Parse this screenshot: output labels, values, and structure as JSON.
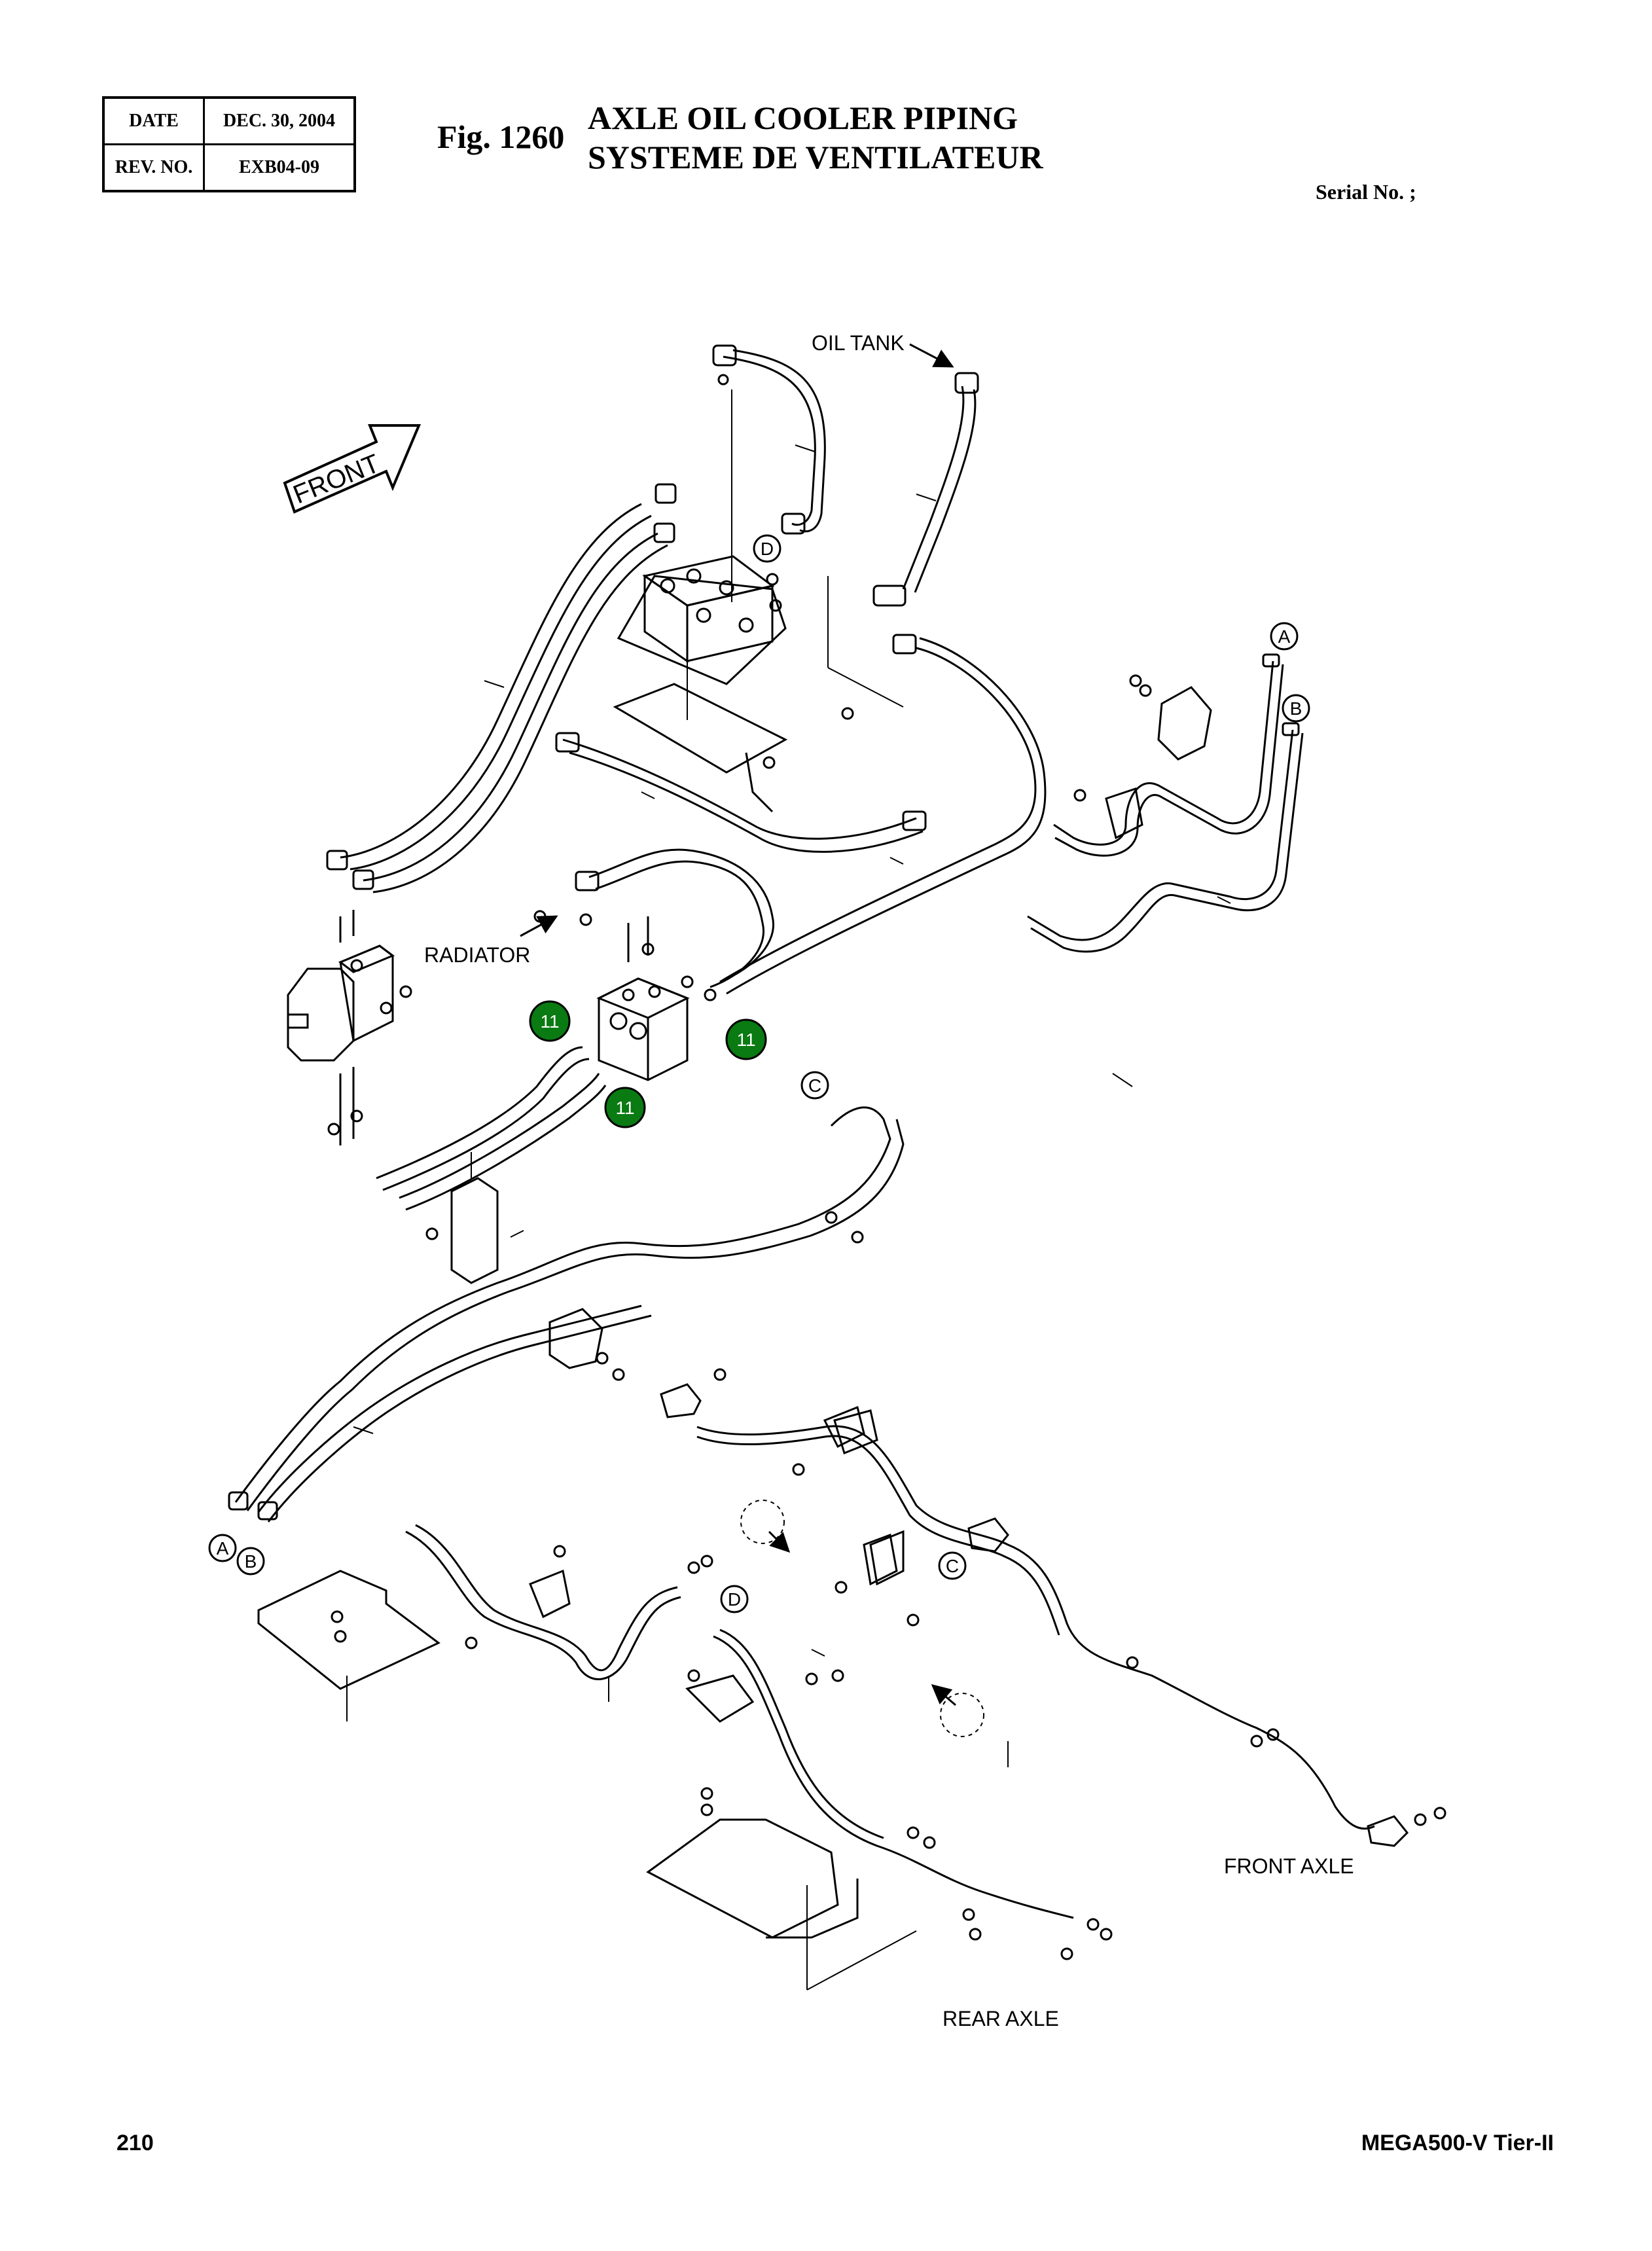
{
  "header": {
    "date_label": "DATE",
    "date_value": "DEC. 30, 2004",
    "rev_label": "REV. NO.",
    "rev_value": "EXB04-09",
    "fig_no": "Fig. 1260",
    "title_en": "AXLE OIL COOLER PIPING",
    "title_fr": "SYSTEME DE VENTILATEUR",
    "serial": "Serial No. ;"
  },
  "labels": {
    "oil_tank": "OIL TANK",
    "front_arrow": "FRONT",
    "radiator": "RADIATOR",
    "front_axle": "FRONT AXLE",
    "rear_axle": "REAR AXLE"
  },
  "connectors": {
    "a_top": "A",
    "b_top": "B",
    "c_mid": "C",
    "d_top": "D",
    "a_bottom": "A",
    "b_bottom": "B",
    "c_low": "C",
    "d_low": "D"
  },
  "callouts": {
    "c1": "11",
    "c2": "11",
    "c3": "11"
  },
  "colors": {
    "callout_fill": "#0a7a12",
    "line": "#000000",
    "background": "#ffffff"
  },
  "footer": {
    "page_no": "210",
    "model": "MEGA500-V Tier-II"
  }
}
